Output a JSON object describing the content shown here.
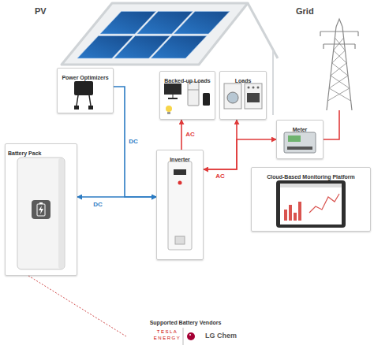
{
  "diagram": {
    "nodes": [
      {
        "text": [
          "Power Optimizers"
        ]
      },
      {
        "text": [
          "Battery Pack"
        ]
      },
      {
        "text": [
          "Inverter"
        ]
      },
      {
        "text": [
          "Backed-up Loads"
        ]
      },
      {
        "text": [
          "Loads"
        ]
      },
      {
        "text": [
          "Meter"
        ]
      },
      {
        "text": [
          "Cloud-Based Monitoring Platform"
        ]
      },
      {
        "text": [
          "Grid"
        ]
      },
      {
        "text": [
          "Supported Battery Vendors",
          "TESLA ENERGY",
          "LG Chem"
        ]
      }
    ],
    "edges": [
      {
        "from": 0,
        "to": 2,
        "arrow": "to",
        "label": "DC"
      },
      {
        "from": 1,
        "to": 2,
        "arrow": "both",
        "label": "DC"
      },
      {
        "from": 2,
        "to": 3,
        "arrow": "to",
        "label": "AC"
      },
      {
        "from": 2,
        "to": 4,
        "arrow": "to",
        "label": "AC"
      },
      {
        "from": 2,
        "to": 5,
        "arrow": "both"
      },
      {
        "from": 5,
        "to": 7,
        "arrow": "none"
      },
      {
        "from": 1,
        "to": 8,
        "arrow": "none"
      }
    ],
    "labels": [
      "PV"
    ]
  }
}
